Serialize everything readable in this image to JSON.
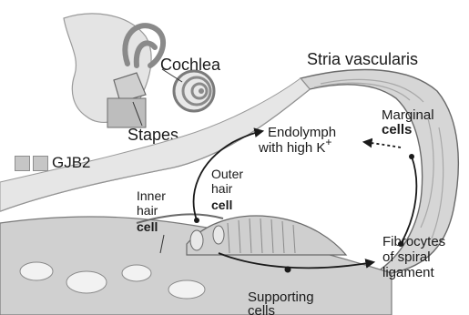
{
  "labels": {
    "cochlea": "Cochlea",
    "stapes": "Stapes",
    "stria_vascularis": "Stria vascularis",
    "marginal_cells_1": "Marginal",
    "marginal_cells_2": "cells",
    "endolymph_1": "Endolymph",
    "endolymph_2": "with high K",
    "endolymph_sup": "+",
    "inner_hair_1": "Inner",
    "inner_hair_2": "hair",
    "inner_hair_3": "cell",
    "outer_hair_1": "Outer",
    "outer_hair_2": "hair",
    "outer_hair_3": "cell",
    "fibrocytes_1": "Fibrocytes",
    "fibrocytes_2": "of spiral",
    "fibrocytes_3": "ligament",
    "supporting_1": "Supporting",
    "supporting_2": "cells"
  },
  "legend": {
    "label": "GJB2"
  },
  "colors": {
    "tissue": "#d9d9d9",
    "tissue_dark": "#9a9a9a",
    "outline": "#6a6a6a",
    "arrow": "#1a1a1a",
    "legend_box": "#c6c6c6"
  }
}
